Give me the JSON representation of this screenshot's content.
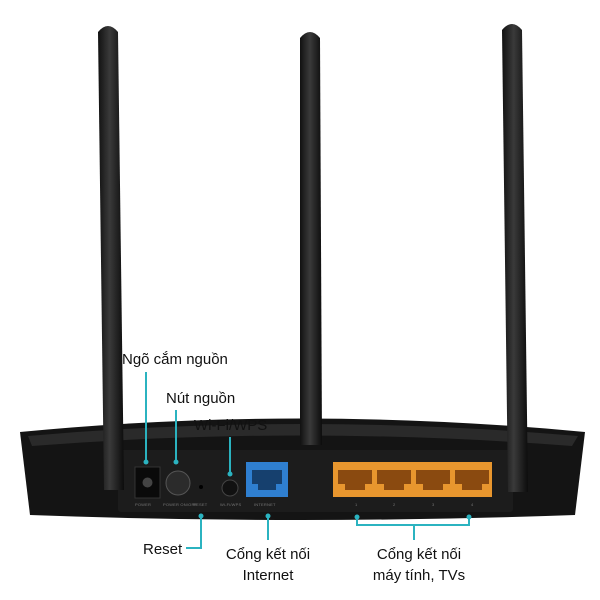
{
  "callouts": {
    "power_jack": "Ngõ cắm nguồn",
    "power_button": "Nút nguồn",
    "wifi_wps": "Wi-Fi/WPS",
    "reset": "Reset",
    "internet_line1": "Cổng kết nối",
    "internet_line2": "Internet",
    "lan_line1": "Cổng kết nối",
    "lan_line2": "máy tính, TVs"
  },
  "panel_labels": {
    "power": "POWER",
    "power_onoff": "POWER ON/OFF",
    "reset": "RESET",
    "wps": "Wi-Fi/WPS",
    "internet": "INTERNET",
    "lan": [
      "1",
      "2",
      "3",
      "4"
    ]
  },
  "colors": {
    "leader": "#2bb3c0",
    "internet_port": "#2f7fd0",
    "lan_ports": "#e8962e"
  }
}
